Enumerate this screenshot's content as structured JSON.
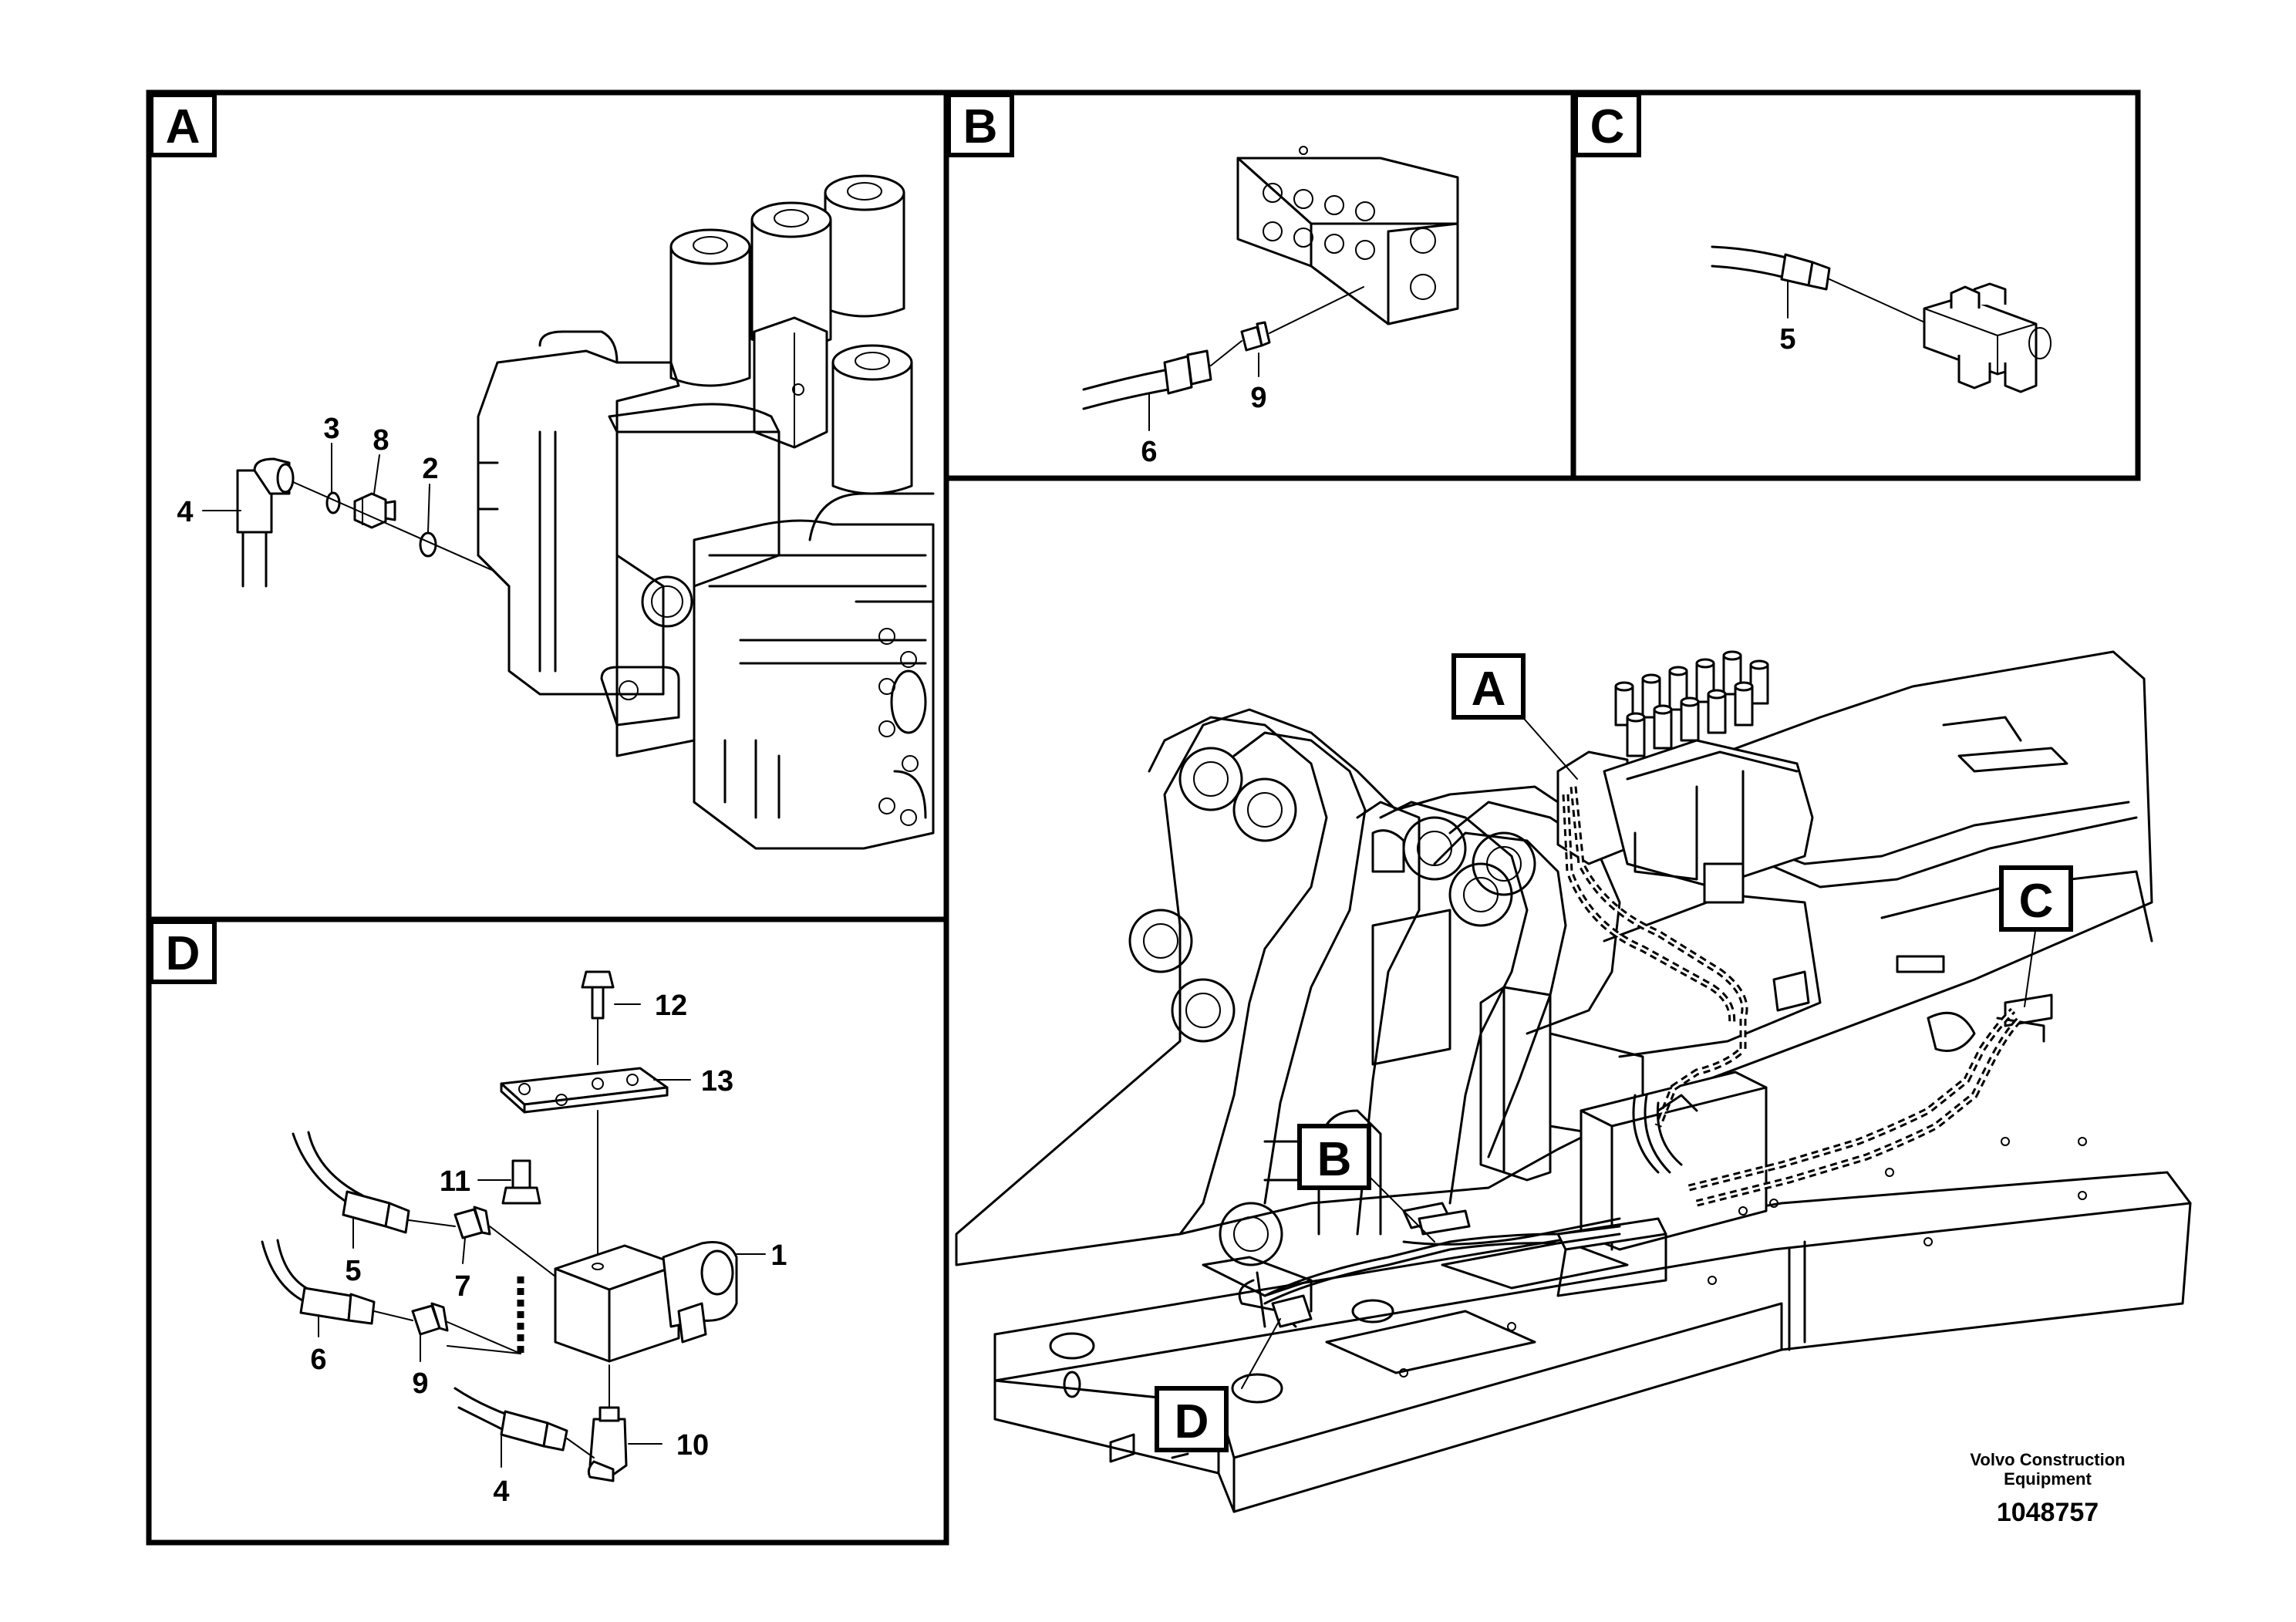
{
  "panels": {
    "A": {
      "label": "A",
      "callouts": [
        "4",
        "3",
        "8",
        "2"
      ]
    },
    "B": {
      "label": "B",
      "callouts": [
        "6",
        "9"
      ]
    },
    "C": {
      "label": "C",
      "callouts": [
        "5"
      ]
    },
    "D": {
      "label": "D",
      "callouts": [
        "12",
        "13",
        "11",
        "1",
        "5",
        "7",
        "6",
        "9",
        "10",
        "4"
      ]
    }
  },
  "overview": {
    "markers": [
      "A",
      "B",
      "C",
      "D"
    ]
  },
  "caption": {
    "line1": "Volvo Construction",
    "line2": "Equipment",
    "doc_number": "1048757"
  }
}
